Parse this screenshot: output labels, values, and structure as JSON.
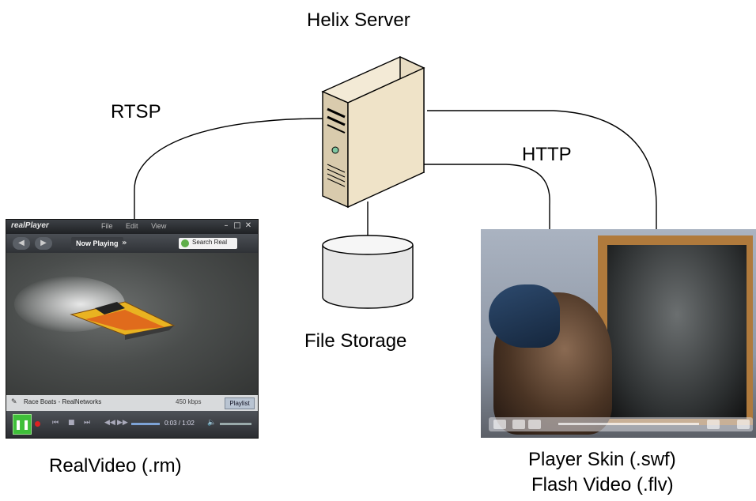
{
  "server": {
    "label": "Helix Server"
  },
  "storage": {
    "label": "File Storage"
  },
  "protocols": {
    "rtsp": "RTSP",
    "http": "HTTP"
  },
  "realvideo": {
    "caption": "RealVideo (.rm)",
    "logo": "realPlayer",
    "menus": [
      "File",
      "Edit",
      "View"
    ],
    "now_playing": "Now Playing",
    "more": "»",
    "search": "Search Real",
    "status_title": "Race Boats - RealNetworks",
    "bitrate": "450 kbps",
    "playlist": "Playlist",
    "time": "0:03 / 1:02"
  },
  "flash": {
    "caption_line1": "Player Skin (.swf)",
    "caption_line2": "Flash Video (.flv)"
  }
}
